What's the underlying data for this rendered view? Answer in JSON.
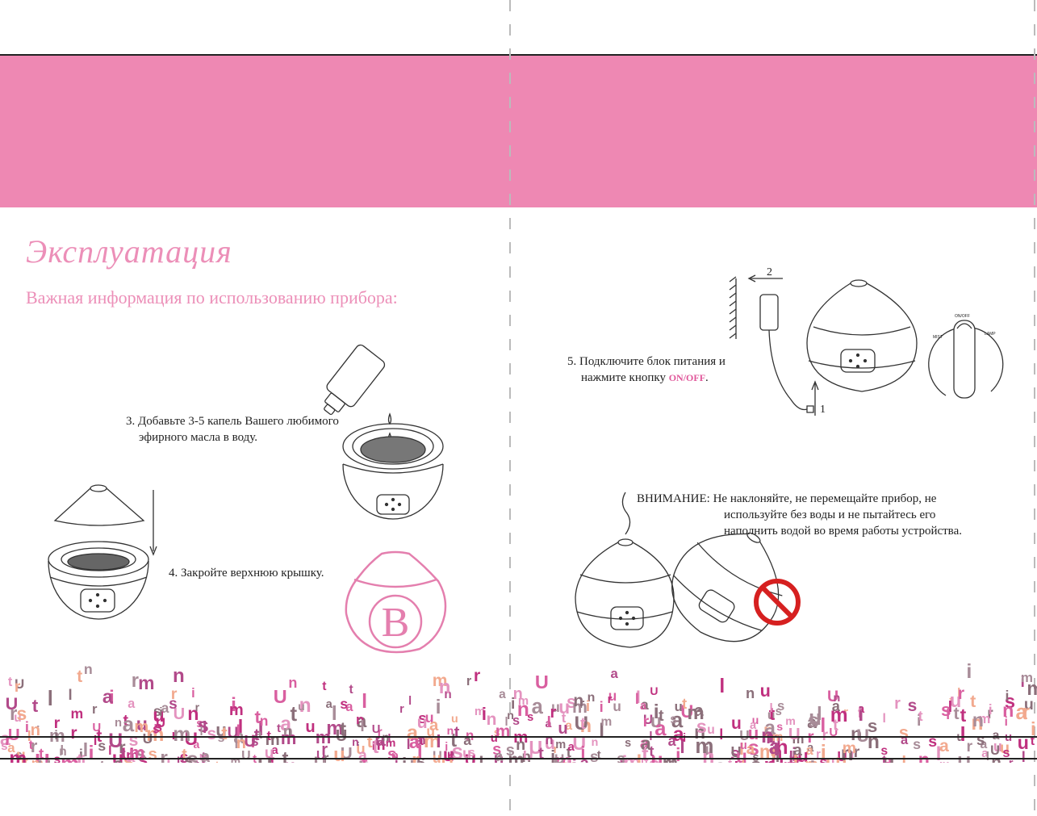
{
  "page": {
    "title": "Эксплуатация",
    "subtitle": "Важная информация по использованию прибора:"
  },
  "steps": {
    "step3": {
      "line1": "3. Добавьте 3-5 капель Вашего любимого",
      "line2": "эфирного масла в воду."
    },
    "step4": {
      "text": "4. Закройте верхнюю крышку."
    },
    "step5": {
      "line1": "5. Подключите блок питания и",
      "line2": "нажмите кнопку",
      "button_label": "ON/OFF",
      "suffix": "."
    }
  },
  "warning": {
    "line1": "ВНИМАНИЕ: Не наклоняйте, не перемещайте прибор, не",
    "line2": "используйте без воды и не пытайтесь его",
    "line3": "наполнить водой во время работы устройства."
  },
  "labels": {
    "arrow_2": "2",
    "arrow_1": "1",
    "panel_onoff": "ON/OFF",
    "panel_mist": "MIST",
    "panel_lamp": "LAMP",
    "logo_letter": "B"
  },
  "colors": {
    "band": "#ee88b3",
    "accent_text": "#ec8fb8",
    "onoff": "#e0569a",
    "prohibit": "#d62020"
  },
  "icons": [
    "oil-bottle-icon",
    "diffuser-icon",
    "power-adapter-icon",
    "finger-press-icon",
    "prohibited-icon",
    "logo-b-icon"
  ]
}
